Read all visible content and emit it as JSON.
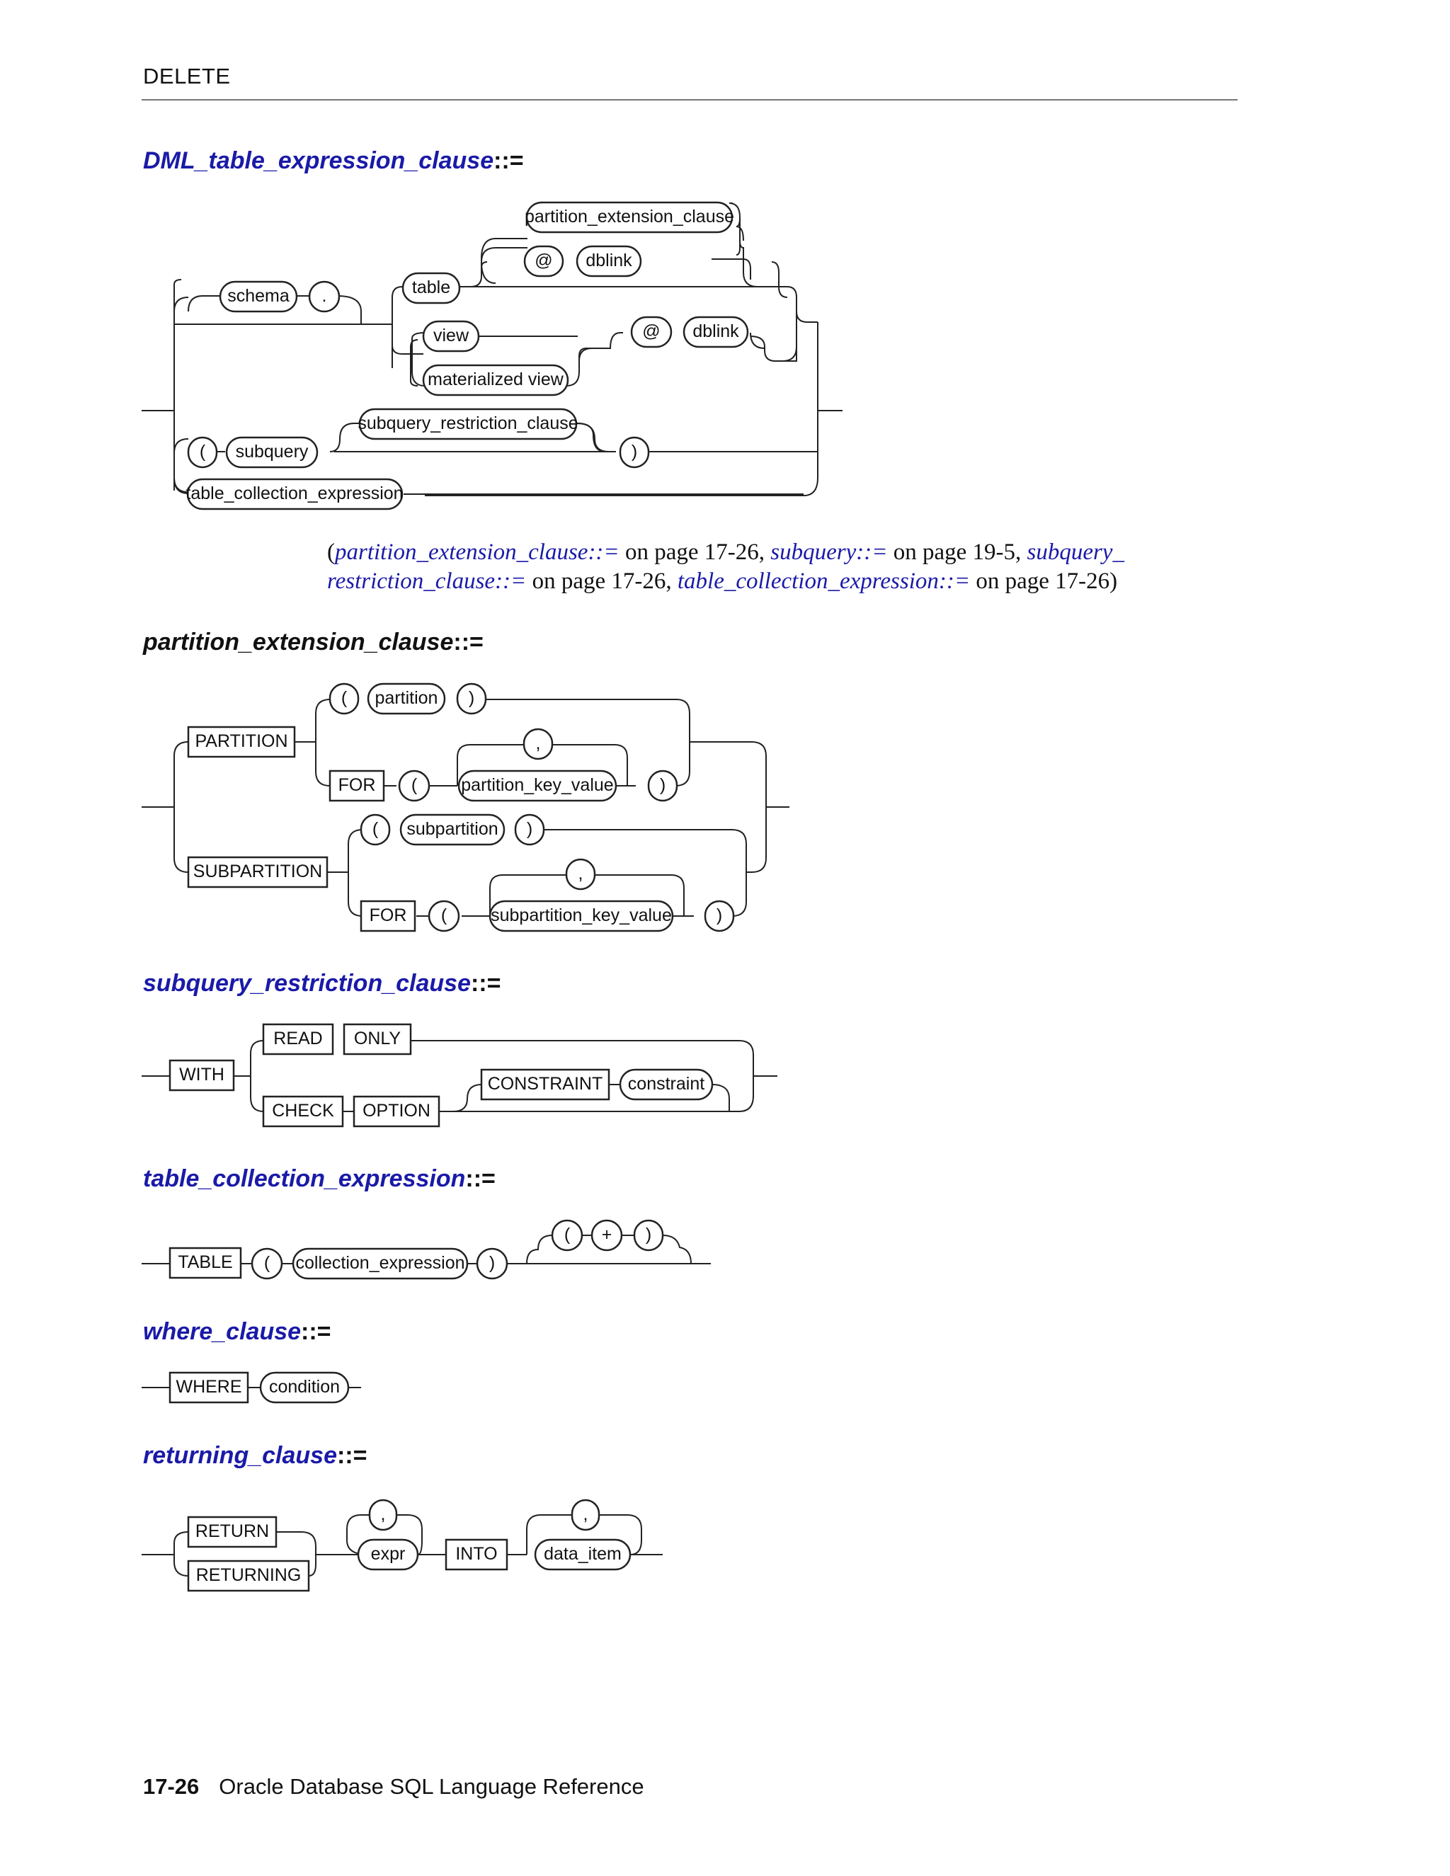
{
  "page": {
    "header": "DELETE",
    "footer_page": "17-26",
    "footer_title": "Oracle Database SQL Language Reference"
  },
  "colors": {
    "link": "#1a1aa8",
    "text": "#111111",
    "rule": "#777777"
  },
  "headings": {
    "dml": "DML_table_expression_clause",
    "partition": "partition_extension_clause",
    "subquery_restriction": "subquery_restriction_clause",
    "table_collection": "table_collection_expression",
    "where": "where_clause",
    "returning": "returning_clause",
    "operator": "::="
  },
  "note": {
    "open": "(",
    "ref1": "partition_extension_clause::=",
    "t1": " on page 17-26, ",
    "ref2": "subquery::=",
    "t2": " on page 19-5, ",
    "ref3": "subquery_ restriction_clause::=",
    "t3": " on page 17-26, ",
    "ref4": "table_collection_expression::=",
    "t4": " on page 17-26)"
  },
  "diagrams": {
    "dml": {
      "partition_extension_clause": "partition_extension_clause",
      "at1": "@",
      "dblink1": "dblink",
      "schema": "schema",
      "dot": ".",
      "table": "table",
      "view": "view",
      "at2": "@",
      "dblink2": "dblink",
      "materialized_view": "materialized view",
      "subquery_restriction_clause": "subquery_restriction_clause",
      "lparen": "(",
      "subquery": "subquery",
      "rparen": ")",
      "table_collection_expression": "table_collection_expression"
    },
    "partition": {
      "lp1": "(",
      "partition": "partition",
      "rp1": ")",
      "partition_kw": "PARTITION",
      "comma1": ",",
      "for1": "FOR",
      "lp2": "(",
      "partition_key_value": "partition_key_value",
      "rp2": ")",
      "lp3": "(",
      "subpartition": "subpartition",
      "rp3": ")",
      "subpartition_kw": "SUBPARTITION",
      "comma2": ",",
      "for2": "FOR",
      "lp4": "(",
      "subpartition_key_value": "subpartition_key_value",
      "rp4": ")"
    },
    "restriction": {
      "read": "READ",
      "only": "ONLY",
      "with": "WITH",
      "constraint_kw": "CONSTRAINT",
      "constraint": "constraint",
      "check": "CHECK",
      "option": "OPTION"
    },
    "tce": {
      "lp1": "(",
      "plus": "+",
      "rp1": ")",
      "table_kw": "TABLE",
      "lp2": "(",
      "collection_expression": "collection_expression",
      "rp2": ")"
    },
    "where": {
      "where_kw": "WHERE",
      "condition": "condition"
    },
    "returning": {
      "return_kw": "RETURN",
      "returning_kw": "RETURNING",
      "comma1": ",",
      "expr": "expr",
      "into": "INTO",
      "comma2": ",",
      "data_item": "data_item"
    }
  }
}
